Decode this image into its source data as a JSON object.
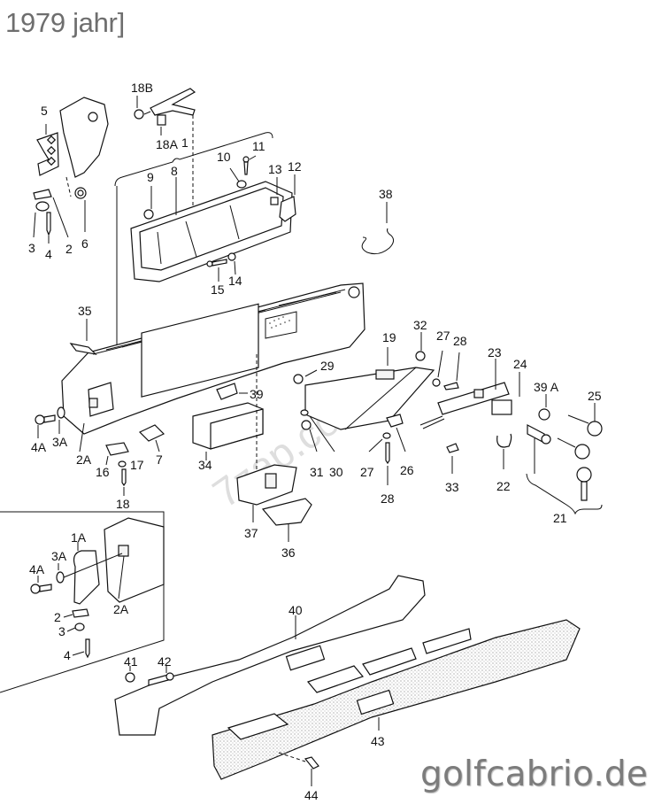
{
  "header": {
    "title": "1979 jahr]"
  },
  "watermark": {
    "text": "golfcabrio.de",
    "faint_text": "7zap.com"
  },
  "diagram": {
    "subject": "Dashboard / instrument panel exploded parts diagram",
    "labels": {
      "p1": "1",
      "p1A": "1A",
      "p2": "2",
      "p2b": "2",
      "p2A": "2A",
      "p2Ab": "2A",
      "p3": "3",
      "p3b": "3",
      "p3A": "3A",
      "p3Ab": "3A",
      "p4": "4",
      "p4b": "4",
      "p4A": "4A",
      "p4Ab": "4A",
      "p5": "5",
      "p6": "6",
      "p7": "7",
      "p8": "8",
      "p9": "9",
      "p10": "10",
      "p11": "11",
      "p12": "12",
      "p13": "13",
      "p14": "14",
      "p15": "15",
      "p16": "16",
      "p17": "17",
      "p18": "18",
      "p18A": "18A",
      "p18B": "18B",
      "p19": "19",
      "p21": "21",
      "p22": "22",
      "p23": "23",
      "p24": "24",
      "p25": "25",
      "p26": "26",
      "p27": "27",
      "p27b": "27",
      "p28": "28",
      "p28b": "28",
      "p29": "29",
      "p30": "30",
      "p31": "31",
      "p32": "32",
      "p33": "33",
      "p34": "34",
      "p35": "35",
      "p36": "36",
      "p37": "37",
      "p38": "38",
      "p39": "39",
      "p39A": "39 A",
      "p40": "40",
      "p41": "41",
      "p42": "42",
      "p43": "43",
      "p44": "44"
    }
  }
}
